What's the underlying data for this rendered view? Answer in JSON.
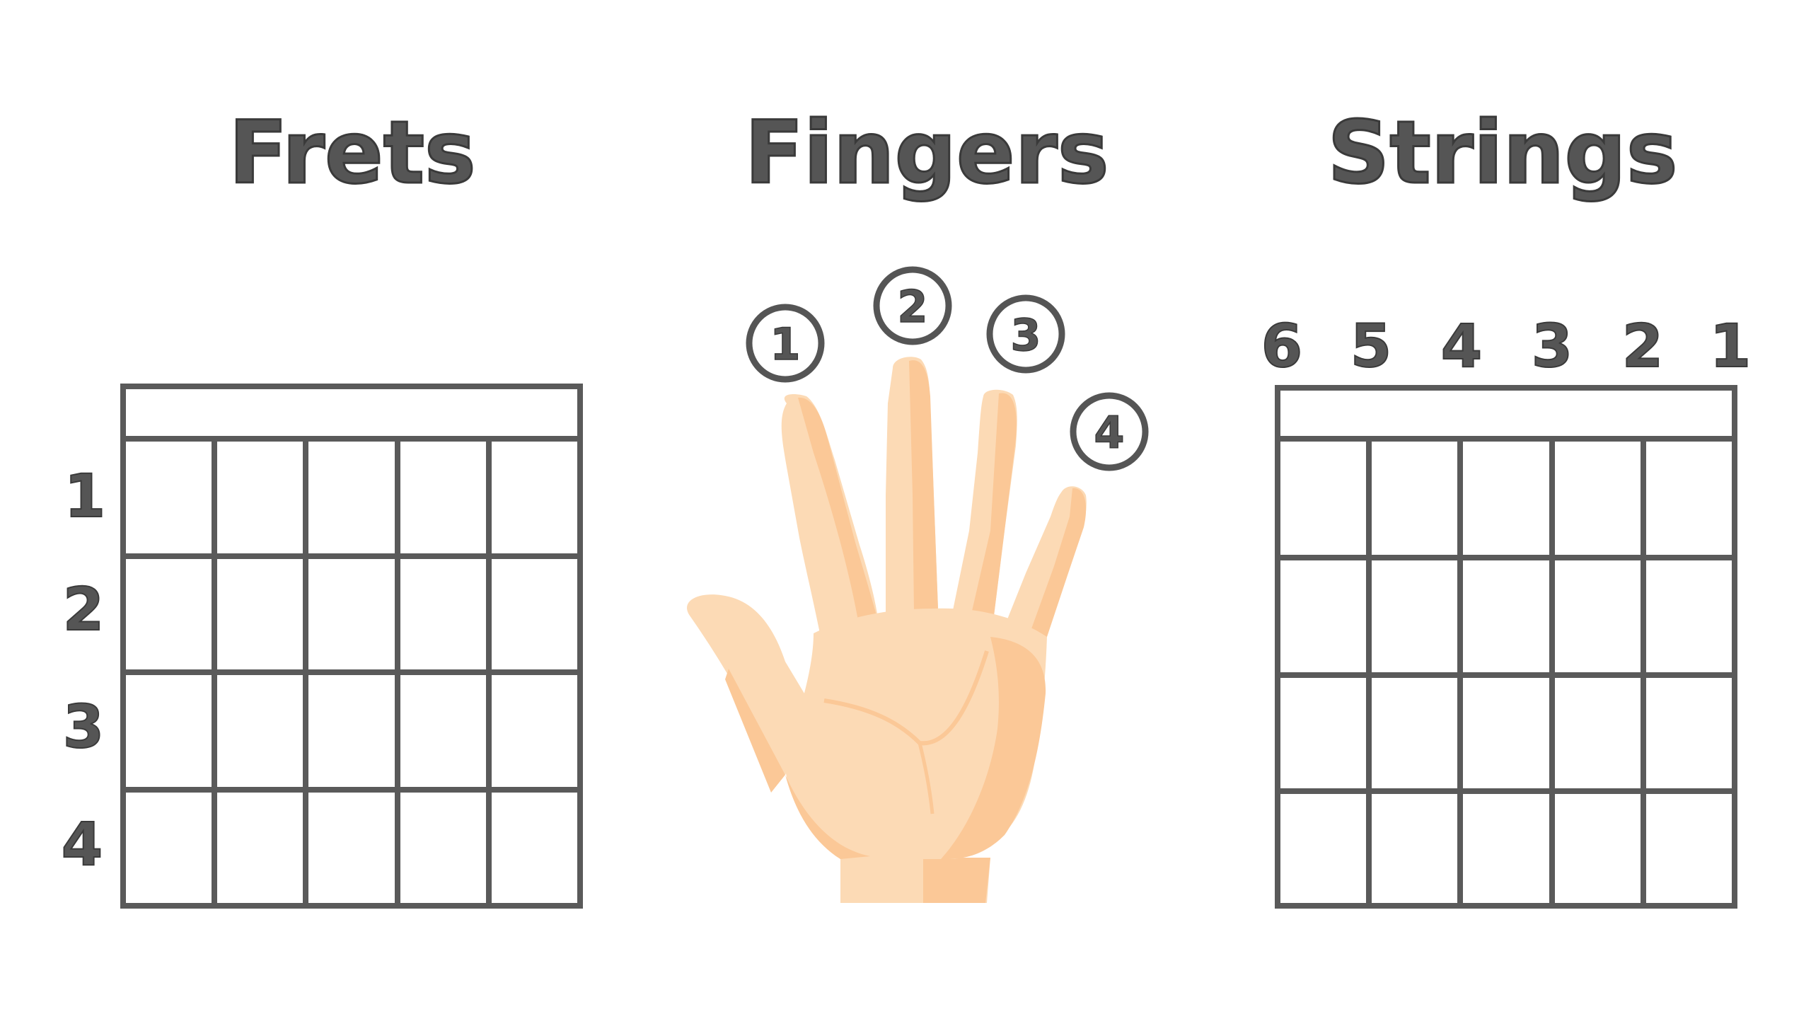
{
  "titles": {
    "frets": "Frets",
    "fingers": "Fingers",
    "strings": "Strings"
  },
  "fret_numbers": [
    "1",
    "2",
    "3",
    "4"
  ],
  "string_numbers": [
    "6",
    "5",
    "4",
    "3",
    "2",
    "1"
  ],
  "finger_numbers": [
    "1",
    "2",
    "3",
    "4"
  ],
  "colors": {
    "text": "#555555",
    "grid": "#5a5a5a",
    "skin_light": "#fcdab5",
    "skin_shadow": "#fbc897",
    "background": "#ffffff"
  }
}
